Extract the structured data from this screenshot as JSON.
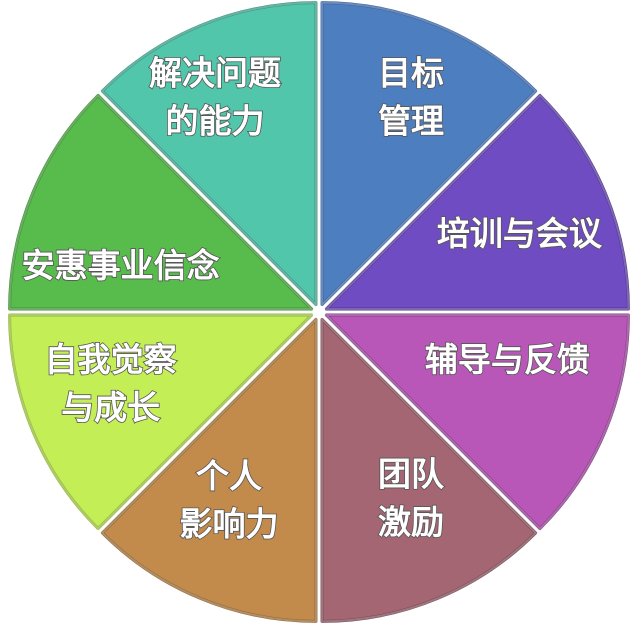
{
  "segments": [
    {
      "id": "goal-management",
      "lines": [
        "目标",
        "管理"
      ],
      "color": "#4d7fc0",
      "edge": "#3a63a0"
    },
    {
      "id": "training-meetings",
      "lines": [
        "培训与会议"
      ],
      "color": "#6f4cc2",
      "edge": "#523694"
    },
    {
      "id": "coaching-feedback",
      "lines": [
        "辅导与反馈"
      ],
      "color": "#b857b7",
      "edge": "#8b3d8b"
    },
    {
      "id": "team-motivation",
      "lines": [
        "团队",
        "激励"
      ],
      "color": "#a46672",
      "edge": "#7b4a55"
    },
    {
      "id": "personal-influence",
      "lines": [
        "个人",
        "影响力"
      ],
      "color": "#c28b4c",
      "edge": "#956836"
    },
    {
      "id": "self-awareness-growth",
      "lines": [
        "自我觉察",
        "与成长"
      ],
      "color": "#c4ee55",
      "edge": "#95b83c"
    },
    {
      "id": "anhui-career-belief",
      "lines": [
        "安惠事业信念"
      ],
      "color": "#58bc4c",
      "edge": "#3f9036"
    },
    {
      "id": "problem-solving",
      "lines": [
        "解决问题",
        "的能力"
      ],
      "color": "#52c6ab",
      "edge": "#3a9883"
    }
  ]
}
